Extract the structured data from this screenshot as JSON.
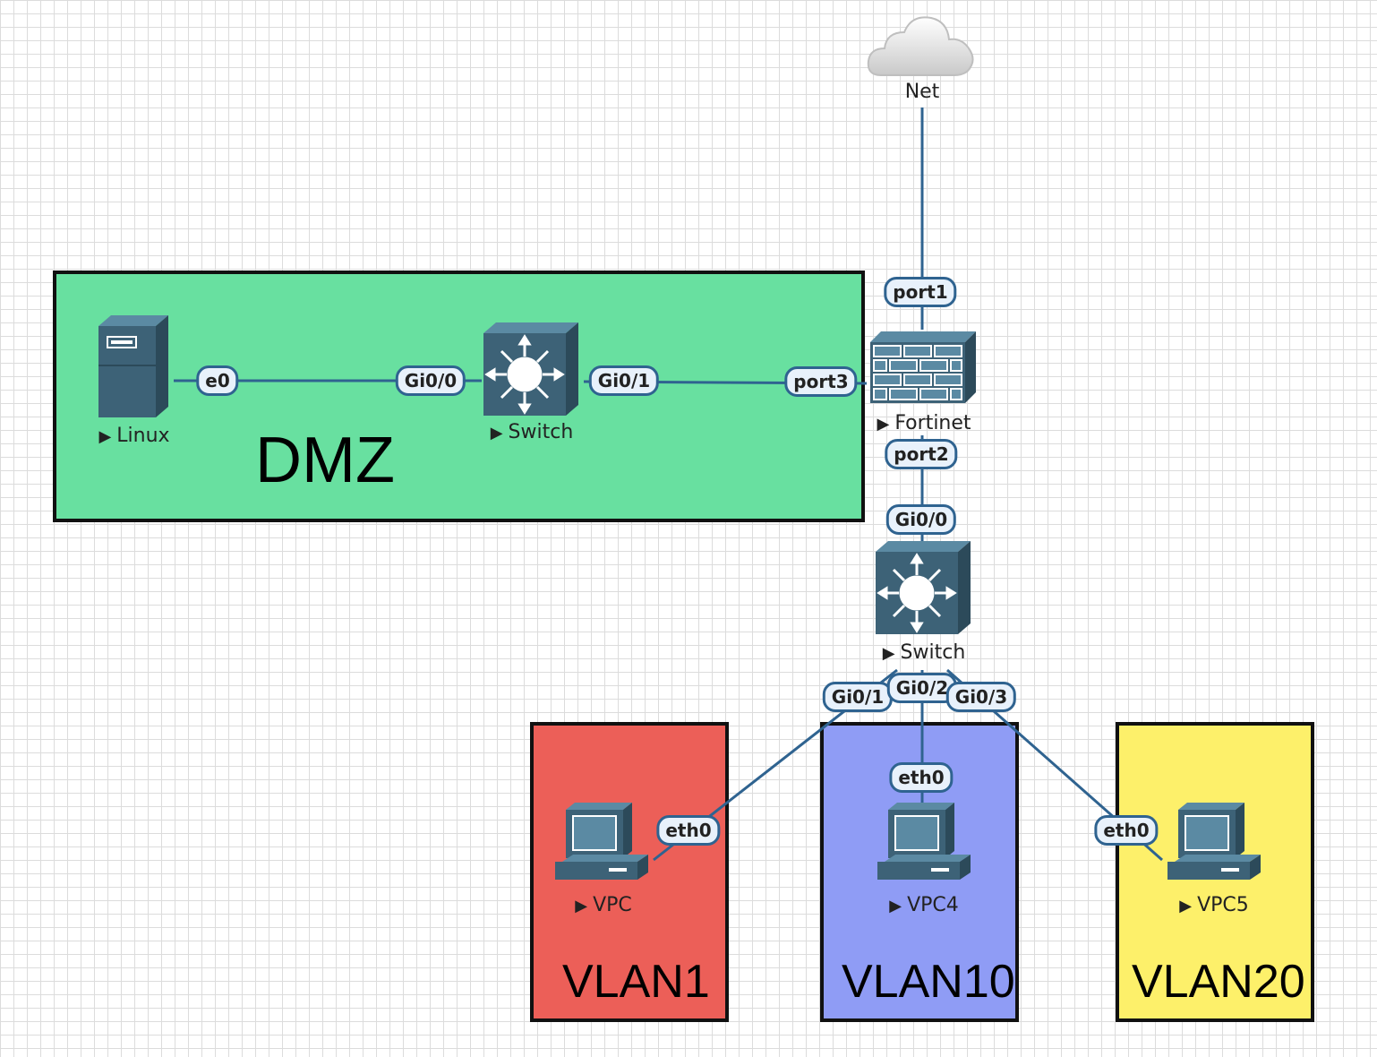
{
  "zones": {
    "dmz": {
      "label": "DMZ",
      "color": "#68e0a0"
    },
    "vlan1": {
      "label": "VLAN1",
      "color": "#ec5f58"
    },
    "vlan10": {
      "label": "VLAN10",
      "color": "#8f9cf5"
    },
    "vlan20": {
      "label": "VLAN20",
      "color": "#fdf06a"
    }
  },
  "nodes": {
    "net": {
      "label": "Net",
      "icon": "cloud-icon"
    },
    "linux": {
      "label": "Linux",
      "icon": "server-icon"
    },
    "dmz_switch": {
      "label": "Switch",
      "icon": "switch-icon"
    },
    "fortinet": {
      "label": "Fortinet",
      "icon": "firewall-icon"
    },
    "core_switch": {
      "label": "Switch",
      "icon": "switch-icon"
    },
    "vpc": {
      "label": "VPC",
      "icon": "pc-icon"
    },
    "vpc4": {
      "label": "VPC4",
      "icon": "pc-icon"
    },
    "vpc5": {
      "label": "VPC5",
      "icon": "pc-icon"
    }
  },
  "ports": {
    "fortinet_port1": "port1",
    "fortinet_port3": "port3",
    "fortinet_port2": "port2",
    "linux_e0": "e0",
    "dmz_switch_gi00": "Gi0/0",
    "dmz_switch_gi01": "Gi0/1",
    "core_switch_gi00": "Gi0/0",
    "core_switch_gi01": "Gi0/1",
    "core_switch_gi02": "Gi0/2",
    "core_switch_gi03": "Gi0/3",
    "vpc_eth0": "eth0",
    "vpc4_eth0": "eth0",
    "vpc5_eth0": "eth0"
  },
  "links": [
    [
      "net",
      "fortinet"
    ],
    [
      "linux",
      "dmz_switch"
    ],
    [
      "dmz_switch",
      "fortinet"
    ],
    [
      "fortinet",
      "core_switch"
    ],
    [
      "core_switch",
      "vpc"
    ],
    [
      "core_switch",
      "vpc4"
    ],
    [
      "core_switch",
      "vpc5"
    ]
  ],
  "colors": {
    "link": "#2f6390",
    "icon_fill": "#3d6277",
    "icon_light": "#5b8aa3"
  }
}
